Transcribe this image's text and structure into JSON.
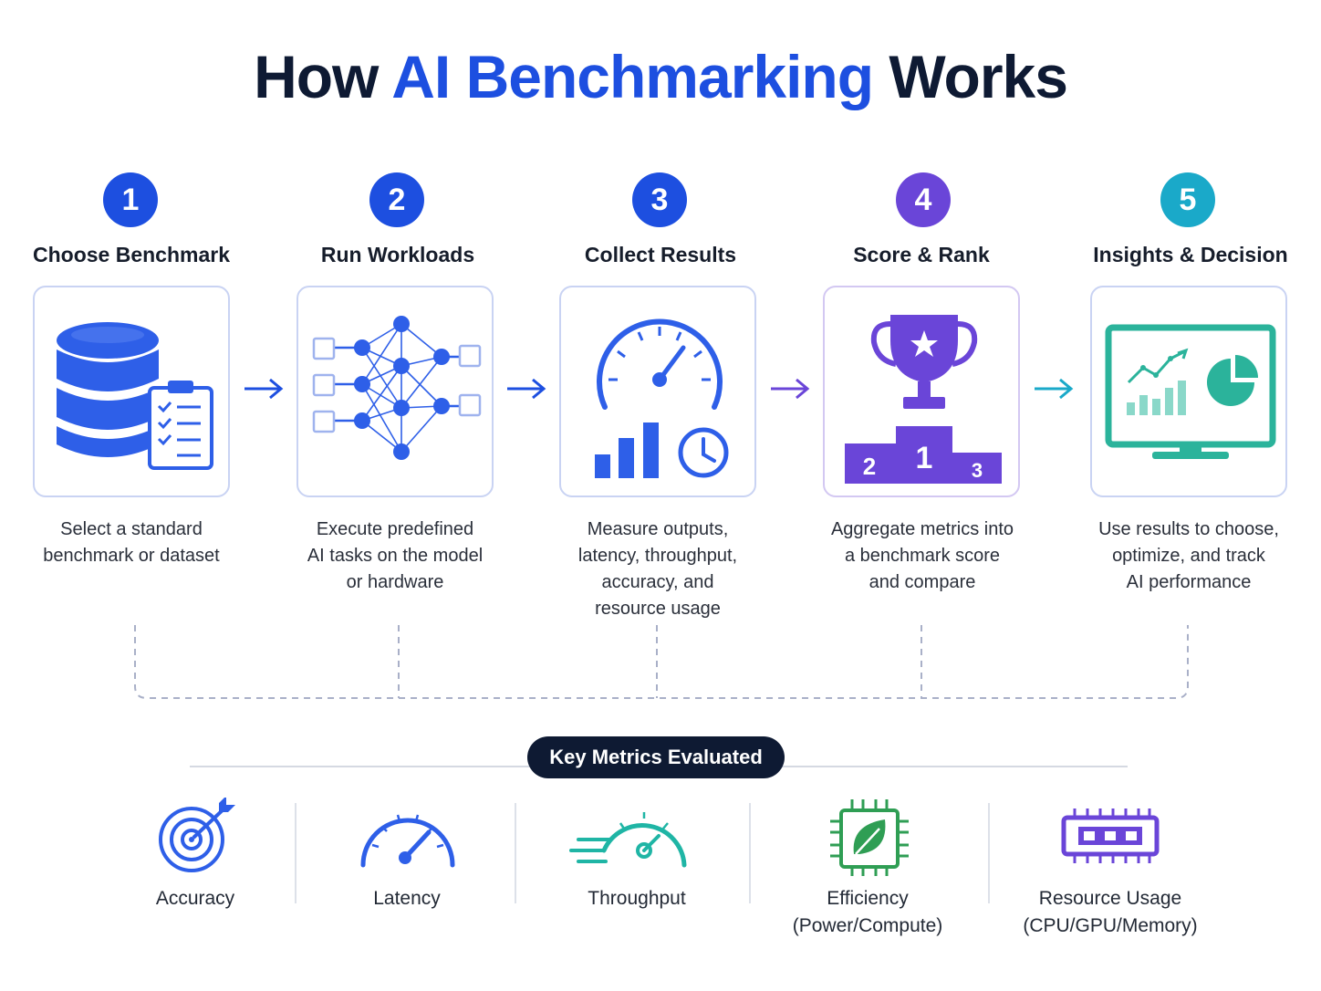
{
  "title": {
    "prefix": "How ",
    "highlight": "AI Benchmarking",
    "suffix": " Works"
  },
  "colors": {
    "blue": "#1d4fe0",
    "purple": "#6a45d8",
    "teal": "#1aa9c9",
    "green": "#2bb39b",
    "navy": "#0e1a33"
  },
  "steps": [
    {
      "number": "1",
      "title": "Choose Benchmark",
      "desc": [
        "Select a standard",
        "benchmark or dataset"
      ],
      "icon": "database-clipboard-icon"
    },
    {
      "number": "2",
      "title": "Run Workloads",
      "desc": [
        "Execute predefined",
        "AI tasks on the model",
        "or hardware"
      ],
      "icon": "neural-network-icon"
    },
    {
      "number": "3",
      "title": "Collect Results",
      "desc": [
        "Measure outputs,",
        "latency, throughput,",
        "accuracy, and",
        "resource usage"
      ],
      "icon": "gauge-chart-clock-icon"
    },
    {
      "number": "4",
      "title": "Score & Rank",
      "desc": [
        "Aggregate metrics into",
        "a benchmark score",
        "and compare"
      ],
      "icon": "trophy-podium-icon",
      "podium": [
        "2",
        "1",
        "3"
      ]
    },
    {
      "number": "5",
      "title": "Insights & Decision",
      "desc": [
        "Use results to choose,",
        "optimize, and track",
        "AI performance"
      ],
      "icon": "monitor-dashboard-icon"
    }
  ],
  "metrics": {
    "heading": "Key Metrics Evaluated",
    "items": [
      {
        "label": [
          "Accuracy"
        ],
        "icon": "target-icon"
      },
      {
        "label": [
          "Latency"
        ],
        "icon": "speedometer-icon"
      },
      {
        "label": [
          "Throughput"
        ],
        "icon": "fast-gauge-icon"
      },
      {
        "label": [
          "Efficiency",
          "(Power/Compute)"
        ],
        "icon": "leaf-chip-icon"
      },
      {
        "label": [
          "Resource Usage",
          "(CPU/GPU/Memory)"
        ],
        "icon": "memory-module-icon"
      }
    ]
  }
}
